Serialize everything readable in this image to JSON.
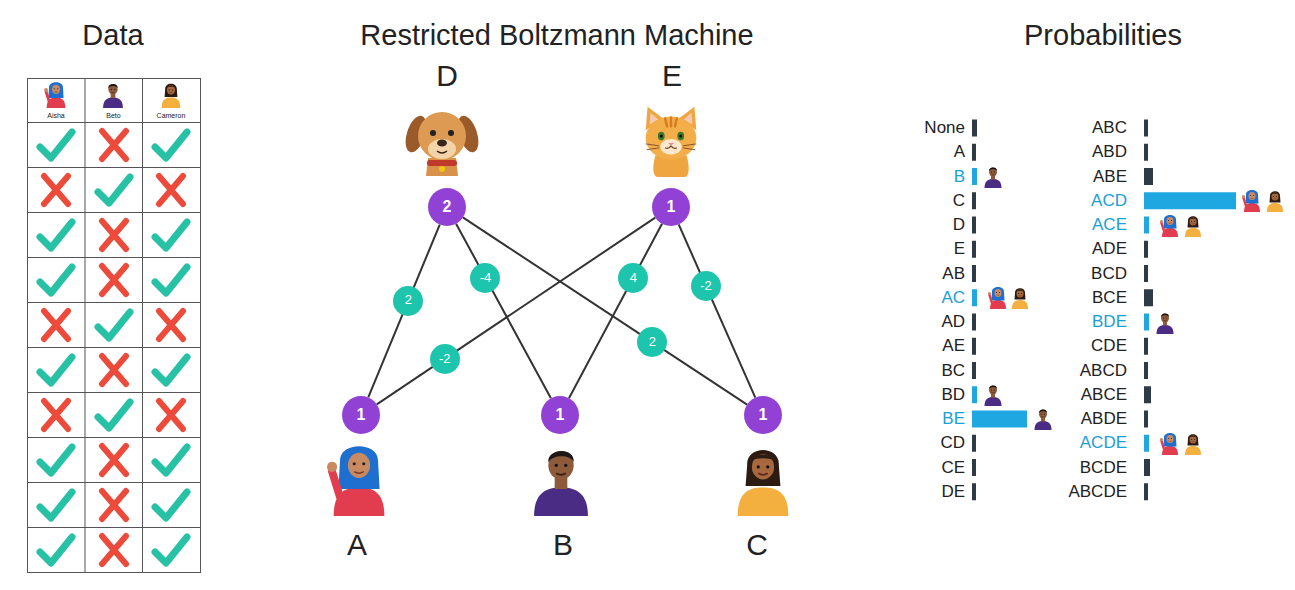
{
  "diagram": {
    "title": "Restricted Boltzmann Machine",
    "nodes": [
      {
        "text": [
          "2"
        ]
      },
      {
        "text": [
          "1"
        ]
      },
      {
        "text": [
          "1"
        ]
      },
      {
        "text": [
          "1"
        ]
      },
      {
        "text": [
          "1"
        ]
      }
    ],
    "edges": [
      {
        "from": 0,
        "to": 2,
        "arrow": "none",
        "label": "2"
      },
      {
        "from": 0,
        "to": 3,
        "arrow": "none",
        "label": "-4"
      },
      {
        "from": 0,
        "to": 4,
        "arrow": "none",
        "label": "2"
      },
      {
        "from": 1,
        "to": 2,
        "arrow": "none",
        "label": "-2"
      },
      {
        "from": 1,
        "to": 3,
        "arrow": "none",
        "label": "4"
      },
      {
        "from": 1,
        "to": 4,
        "arrow": "none",
        "label": "-2"
      }
    ],
    "labels": [
      "Data",
      "Aisha",
      "Beto",
      "Cameron",
      "D",
      "E",
      "A",
      "B",
      "C",
      "Probabilities",
      "None",
      "A",
      "B",
      "C",
      "D",
      "E",
      "AB",
      "AC",
      "AD",
      "AE",
      "BC",
      "BD",
      "BE",
      "CD",
      "CE",
      "DE",
      "ABC",
      "ABD",
      "ABE",
      "ACD",
      "ACE",
      "ADE",
      "BCD",
      "BCE",
      "BDE",
      "CDE",
      "ABCD",
      "ABCE",
      "ABDE",
      "ACDE",
      "BCDE",
      "ABCDE"
    ]
  }
}
